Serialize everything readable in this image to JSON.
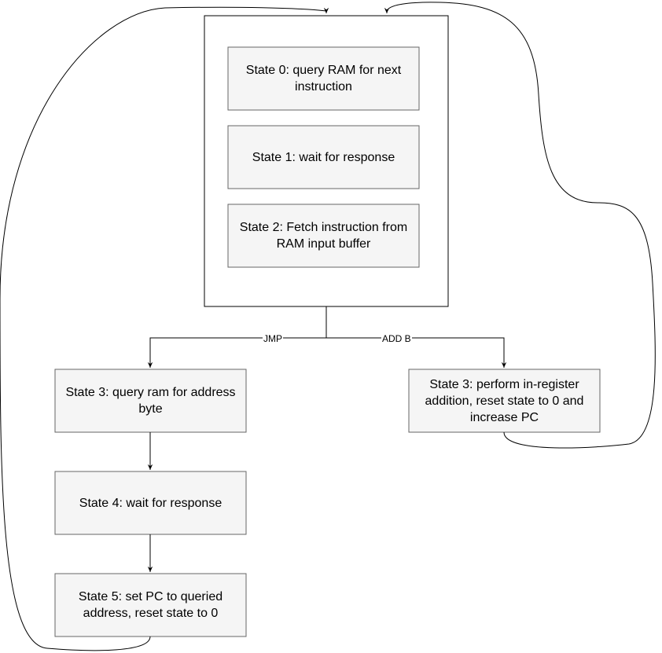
{
  "nodes": {
    "state0": "State 0: query RAM for next instruction",
    "state1": "State 1: wait for response",
    "state2": "State 2: Fetch instruction from RAM input buffer",
    "jmp_state3": "State 3: query ram for address byte",
    "jmp_state4": "State 4: wait for response",
    "jmp_state5": "State 5: set PC to queried address, reset state to 0",
    "add_state3": "State 3: perform in-register addition, reset state to 0 and increase PC"
  },
  "edges": {
    "jmp_label": "JMP",
    "add_label": "ADD B"
  }
}
